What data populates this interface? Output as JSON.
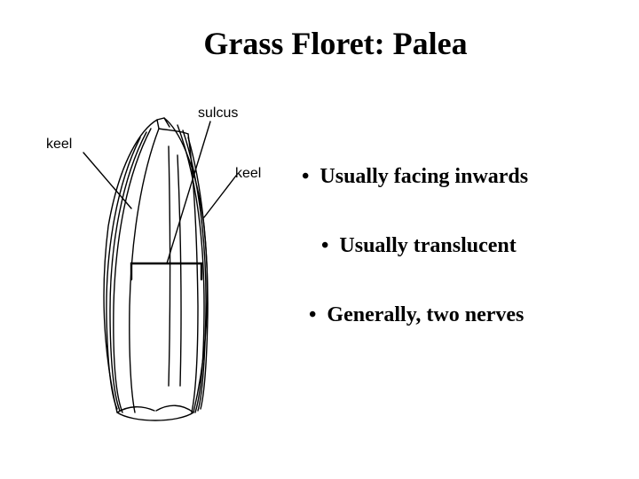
{
  "slide": {
    "title": "Grass Floret: Palea"
  },
  "diagram": {
    "labels": {
      "sulcus": "sulcus",
      "keel_left": "keel",
      "keel_right": "keel"
    },
    "line_color": "#000000"
  },
  "bullets": {
    "bullet_char": "•",
    "items": [
      "Usually facing inwards",
      "Usually translucent",
      "Generally, two nerves"
    ]
  }
}
